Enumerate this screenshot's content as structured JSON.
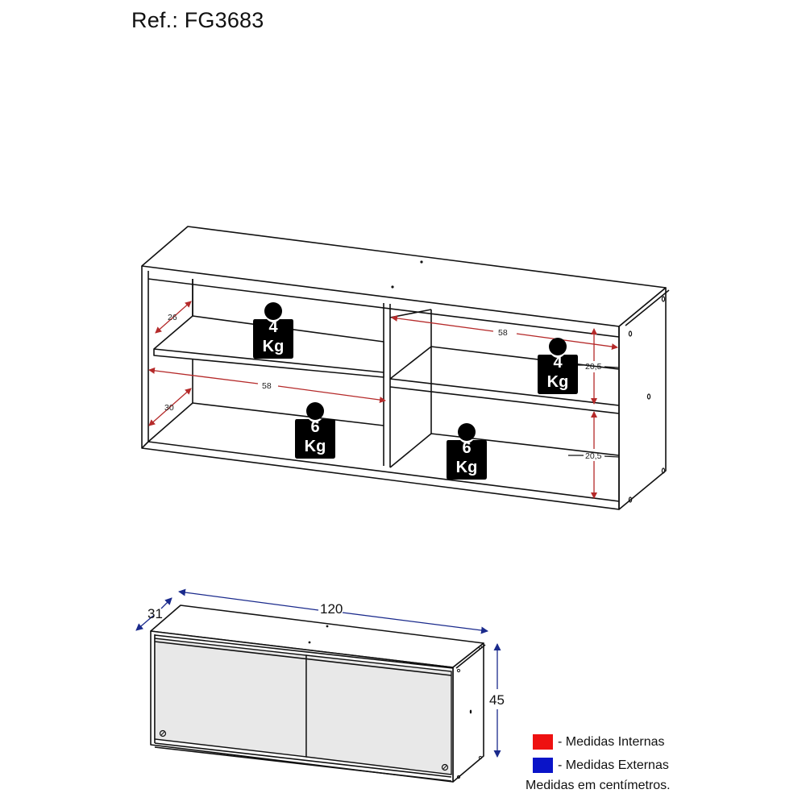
{
  "header": {
    "reference": "Ref.: FG3683"
  },
  "colors": {
    "internal": "#ee1111",
    "external": "#0a14c8",
    "internal_dim_line": "#b52a2a",
    "external_dim_line": "#1a2a8c"
  },
  "shelf_view": {
    "dimensions": {
      "left_upper_depth": "26",
      "left_lower_depth": "30",
      "left_width": "58",
      "right_width": "58",
      "right_upper_height": "20,5",
      "right_lower_height": "20,5"
    },
    "weights": [
      {
        "id": "left-upper",
        "value": "4",
        "unit": "Kg"
      },
      {
        "id": "right-upper",
        "value": "4",
        "unit": "Kg"
      },
      {
        "id": "left-lower",
        "value": "6",
        "unit": "Kg"
      },
      {
        "id": "right-lower",
        "value": "6",
        "unit": "Kg"
      }
    ]
  },
  "door_view": {
    "dimensions": {
      "width": "120",
      "depth": "31",
      "height": "45"
    }
  },
  "legend": {
    "items": [
      {
        "label": "- Medidas Internas",
        "color": "#ee1111"
      },
      {
        "label": "- Medidas Externas",
        "color": "#0a14c8"
      }
    ],
    "note": "Medidas em centímetros."
  }
}
